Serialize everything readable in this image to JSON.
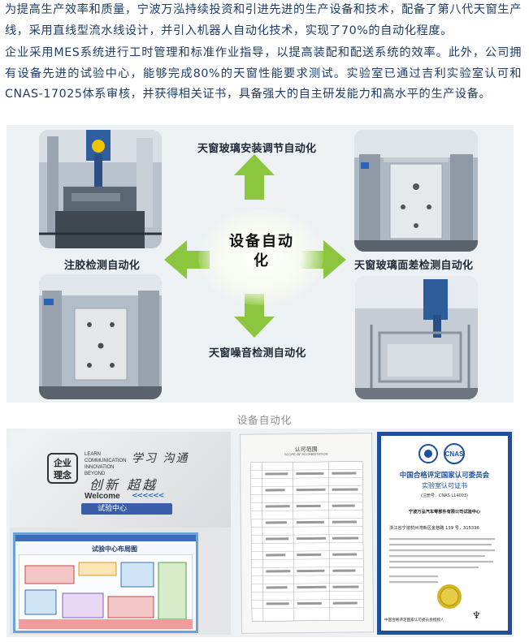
{
  "article": {
    "paragraph1": "为提高生产效率和质量，宁波万泓持续投资和引进先进的生产设备和技术，配备了第八代天窗生产线，采用直线型流水线设计，并引入机器人自动化技术，实现了70%的自动化程度。",
    "paragraph2": "企业采用MES系统进行工时管理和标准作业指导，以提高装配和配送系统的效率。此外，公司拥有设备先进的试验中心，能够完成80%的天窗性能要求测试。实验室已通过吉利实验室认可和CNAS-17025体系审核，并获得相关证书，具备强大的自主研发能力和高水平的生产设备。"
  },
  "automation": {
    "center_label": "设备自动化",
    "labels": {
      "top": "天窗玻璃安装调节自动化",
      "left": "注胶检测自动化",
      "right": "天窗玻璃面差检测自动化",
      "bottom": "天窗噪音检测自动化"
    },
    "caption": "设备自动化",
    "arrow_color": "#8cc63f"
  },
  "lab_photo": {
    "logo_line1": "企业",
    "logo_line2": "理念",
    "slogan_en": [
      "LEARN",
      "COMMUNICATION",
      "INNOVATION",
      "BEYOND"
    ],
    "slogan_cn1": "学习 沟通",
    "slogan_cn2": "创新 超越",
    "welcome": "Welcome",
    "welcome_sign": "试验中心",
    "layout_title": "试验中心布局图"
  },
  "certificate": {
    "org_line": "中国合格评定国家认可委员会",
    "title": "实验室认可证书",
    "number": "(注册号：CNAS L14003)",
    "holder": "宁波万泓汽车零部件有限公司试验中心",
    "address": "浙江省宁波杭州湾新区金慈路 139 号，315336",
    "seal_text": "CNAS",
    "stamp_org": "中国合格评定国家认可委员会授权人",
    "doc_title": "认可范围",
    "doc_subtitle": "SCOPE OF ACCREDITATION"
  }
}
